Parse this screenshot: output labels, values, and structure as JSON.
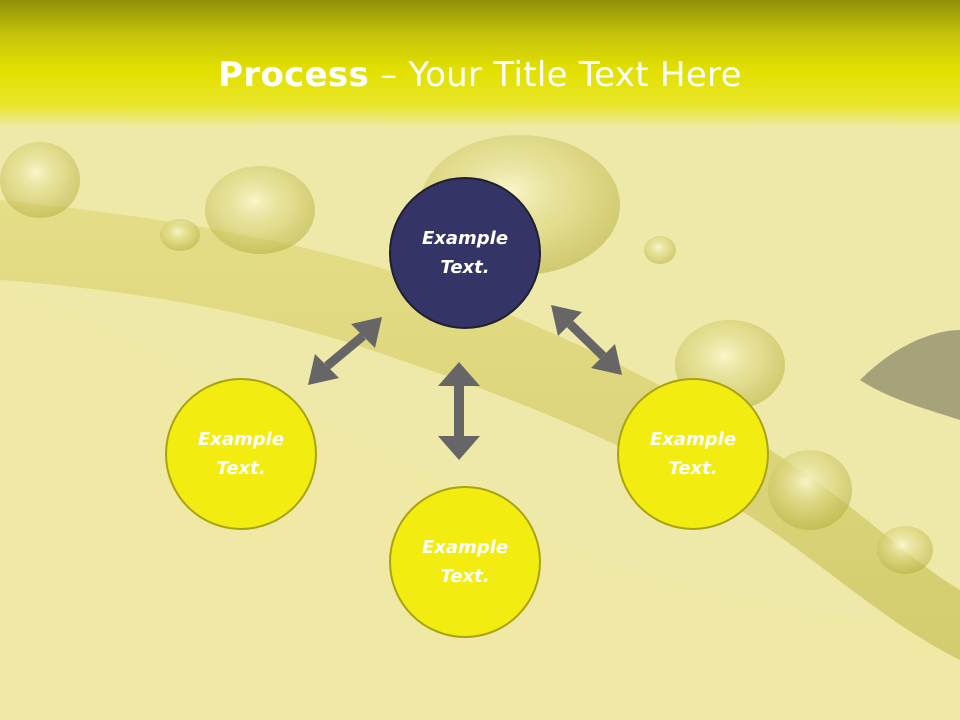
{
  "title": {
    "strong": "Process",
    "rest": " – Your Title Text Here"
  },
  "nodes": {
    "top": {
      "line1": "Example",
      "line2": "Text.",
      "fill": "#343466"
    },
    "left": {
      "line1": "Example",
      "line2": "Text.",
      "fill": "#f2ec10"
    },
    "bottom": {
      "line1": "Example",
      "line2": "Text.",
      "fill": "#f2ec10"
    },
    "right": {
      "line1": "Example",
      "line2": "Text.",
      "fill": "#f2ec10"
    }
  },
  "colors": {
    "title_bar": "#e3e000",
    "arrow": "#666666",
    "background": "#eee9a6"
  },
  "icons": {
    "arrows": [
      "double-arrow-left-diagonal-icon",
      "double-arrow-vertical-icon",
      "double-arrow-right-diagonal-icon"
    ]
  }
}
